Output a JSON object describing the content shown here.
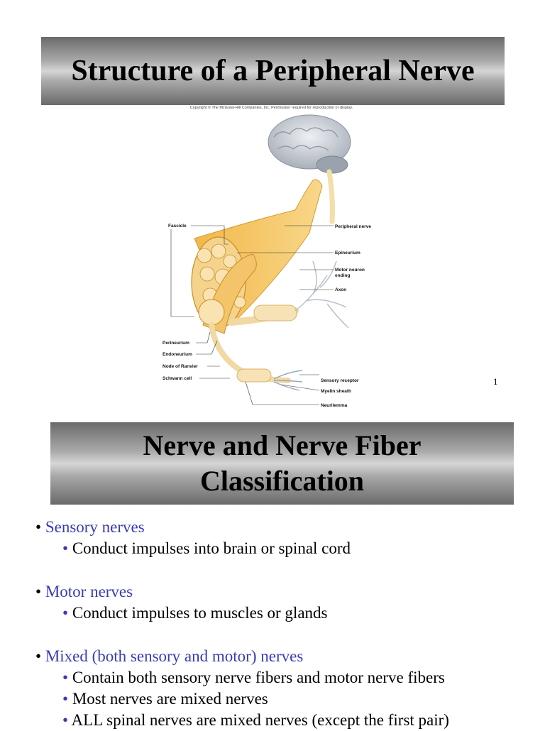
{
  "slide1": {
    "title": "Structure of a Peripheral Nerve",
    "copyright": "Copyright © The McGraw-Hill Companies, Inc. Permission required for reproduction or display.",
    "page_number": "1",
    "figure_labels": {
      "fascicle": "Fascicle",
      "peripheral_nerve": "Peripheral nerve",
      "epineurium": "Epineurium",
      "motor_neuron_ending_1": "Motor neuron",
      "motor_neuron_ending_2": "ending",
      "axon": "Axon",
      "perineurium": "Perineurium",
      "endoneurium": "Endoneurium",
      "node_of_ranvier": "Node of Ranvier",
      "schwann_cell": "Schwann cell",
      "sensory_receptor": "Sensory receptor",
      "myelin_sheath": "Myelin sheath",
      "neurilemma": "Neurilemma"
    }
  },
  "slide2": {
    "title_line1": "Nerve and Nerve Fiber",
    "title_line2": "Classification",
    "bullets": [
      {
        "text": "Sensory nerves",
        "subs": [
          "Conduct impulses into brain or spinal cord"
        ]
      },
      {
        "text": "Motor nerves",
        "subs": [
          "Conduct impulses to muscles or glands"
        ]
      },
      {
        "text": "Mixed (both sensory and motor) nerves",
        "subs": [
          "Contain both sensory nerve fibers and motor nerve fibers",
          "Most nerves are mixed nerves",
          "ALL spinal nerves are mixed nerves (except the first pair)"
        ]
      }
    ]
  }
}
